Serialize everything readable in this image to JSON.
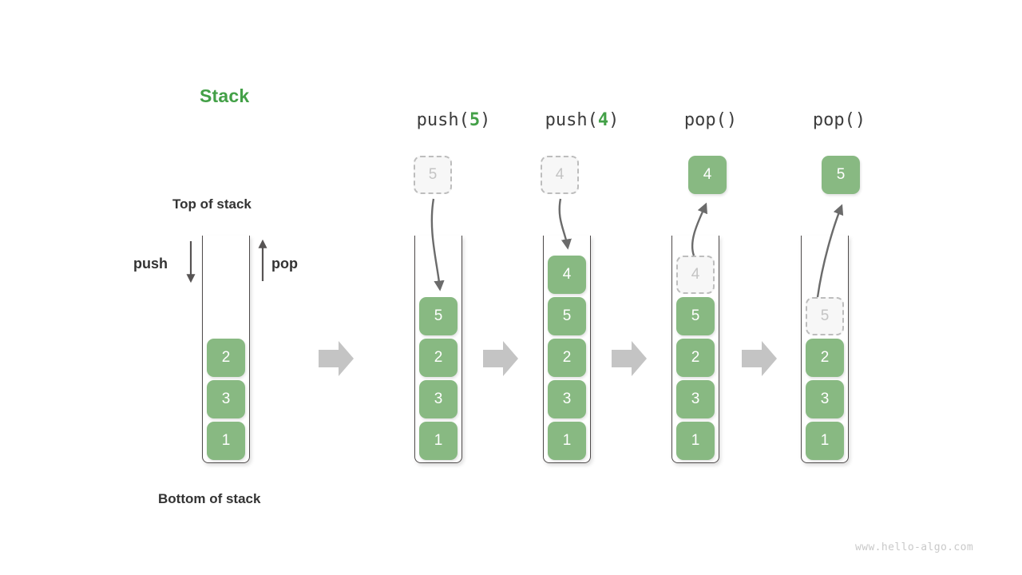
{
  "diagram": {
    "title": "Stack",
    "title_color": "#43a047",
    "labels": {
      "top_of_stack": "Top of stack",
      "bottom_of_stack": "Bottom of stack",
      "push": "push",
      "pop": "pop"
    },
    "watermark": "www.hello-algo.com",
    "colors": {
      "element_green": "#88b982",
      "accent_green": "#43a047",
      "ghost_fill": "#f7f7f7",
      "ghost_border": "#bdbdbd",
      "ghost_text": "#c4c4c4",
      "tube_stroke": "#4f4b4b",
      "transition_arrow": "#c4c4c4",
      "motion_arrow": "#6b6b6b",
      "text": "#333333"
    },
    "initial_stack": {
      "elements": [
        "2",
        "3",
        "1"
      ],
      "note": "top-to-bottom order"
    },
    "steps": [
      {
        "header_prefix": "push(",
        "header_arg": "5",
        "header_suffix": ")",
        "operation": "push",
        "floating": {
          "value": "5",
          "style": "ghost",
          "position": "above"
        },
        "in_stack_ghost": null,
        "elements": [
          "5",
          "2",
          "3",
          "1"
        ]
      },
      {
        "header_prefix": "push(",
        "header_arg": "4",
        "header_suffix": ")",
        "operation": "push",
        "floating": {
          "value": "4",
          "style": "ghost",
          "position": "above"
        },
        "in_stack_ghost": null,
        "elements": [
          "4",
          "5",
          "2",
          "3",
          "1"
        ]
      },
      {
        "header_prefix": "pop(",
        "header_arg": "",
        "header_suffix": ")",
        "operation": "pop",
        "floating": {
          "value": "4",
          "style": "filled",
          "position": "above"
        },
        "in_stack_ghost": {
          "value": "4",
          "slot": 0
        },
        "elements": [
          "5",
          "2",
          "3",
          "1"
        ]
      },
      {
        "header_prefix": "pop(",
        "header_arg": "",
        "header_suffix": ")",
        "operation": "pop",
        "floating": {
          "value": "5",
          "style": "filled",
          "position": "above"
        },
        "in_stack_ghost": {
          "value": "5",
          "slot": 1
        },
        "elements": [
          "2",
          "3",
          "1"
        ]
      }
    ],
    "transition_arrows": 4
  }
}
